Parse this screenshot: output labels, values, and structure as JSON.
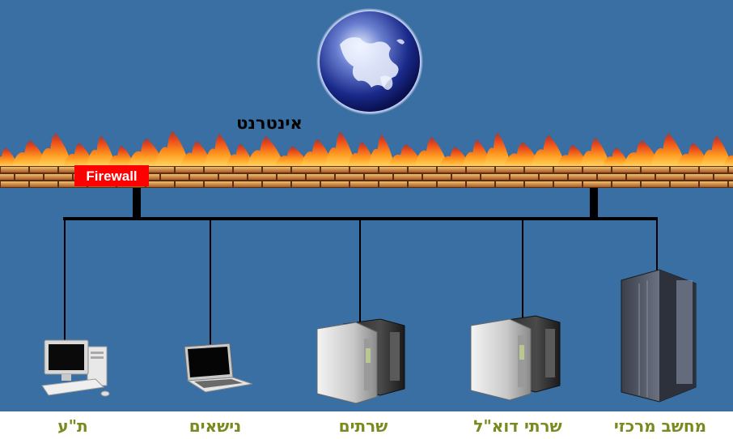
{
  "diagram": {
    "internet_label": "אינטרנט",
    "firewall_label": "Firewall",
    "nodes": [
      {
        "id": "mainframe",
        "label": "מחשב מרכזי",
        "icon": "mainframe-server-icon"
      },
      {
        "id": "mail-servers",
        "label": "שרתי דוא\"ל",
        "icon": "mail-server-icon"
      },
      {
        "id": "servers",
        "label": "שרתים",
        "icon": "server-icon"
      },
      {
        "id": "laptops",
        "label": "נישאים",
        "icon": "laptop-icon"
      },
      {
        "id": "workstations",
        "label": "ת\"ע",
        "icon": "desktop-computer-icon"
      }
    ],
    "colors": {
      "background": "#3a6fa3",
      "firewall_badge": "#ff0000",
      "label_green": "#7a8a1e",
      "brick": "#c17a3a",
      "line": "#000000"
    }
  }
}
